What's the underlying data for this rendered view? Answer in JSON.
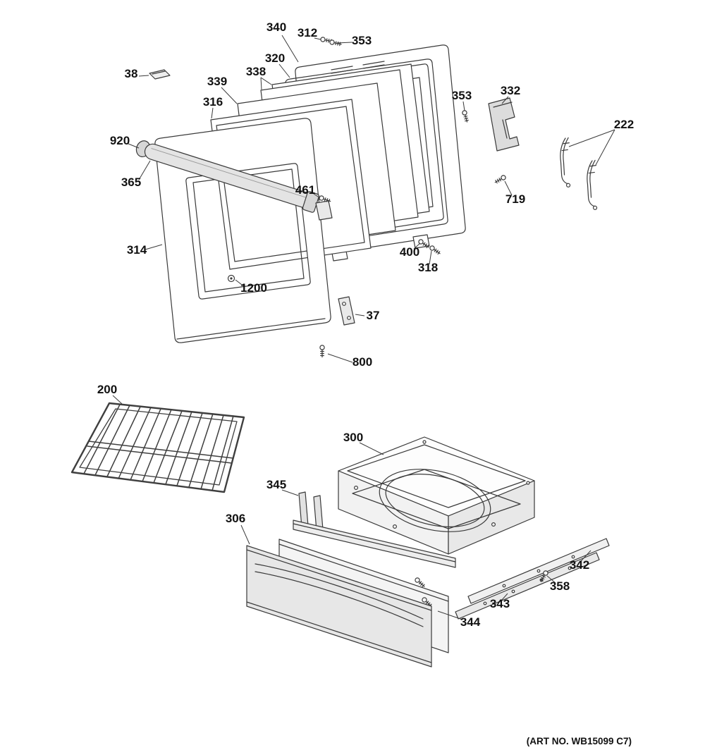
{
  "diagram": {
    "art_no": "(ART NO. WB15099 C7)",
    "labels": {
      "door_inner_frame": "340",
      "screw_312": "312",
      "screw_353_top": "353",
      "clip_38": "38",
      "gasket_320": "320",
      "glass_338": "338",
      "glass_339": "339",
      "panel_316": "316",
      "screw_353_side": "353",
      "bracket_332": "332",
      "springs_222": "222",
      "handle_cap_920": "920",
      "handle_365": "365",
      "screw_461": "461",
      "screw_719": "719",
      "outer_door_314": "314",
      "screw_400": "400",
      "screw_318": "318",
      "hole_1200": "1200",
      "bracket_37": "37",
      "screw_800": "800",
      "rack_200": "200",
      "drawer_body_300": "300",
      "bracket_345": "345",
      "drawer_front_306": "306",
      "rail_342": "342",
      "screw_358": "358",
      "rail_343": "343",
      "bolts_344": "344"
    }
  }
}
